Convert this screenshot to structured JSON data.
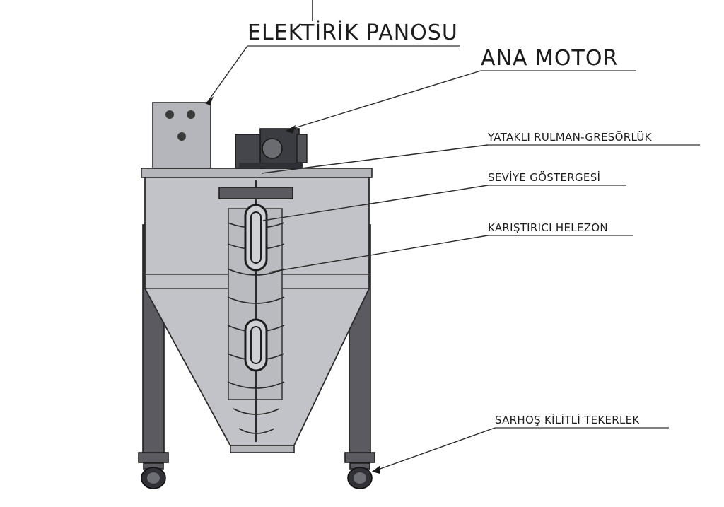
{
  "labels": {
    "electrical_panel": "ELEKTİRİK PANOSU",
    "main_motor": "ANA MOTOR",
    "bearing_grease": "YATAKLI RULMAN-GRESÖRLÜK",
    "level_indicator": "SEVİYE GÖSTERGESİ",
    "mixing_auger": "KARIŞTIRICI HELEZON",
    "locking_caster": "SARHOŞ KİLİTLİ TEKERLEK"
  },
  "colors": {
    "background": "#ffffff",
    "steel": "#b4b6bc",
    "dark_steel": "#5a5a60",
    "outline": "#1e1e1e"
  }
}
